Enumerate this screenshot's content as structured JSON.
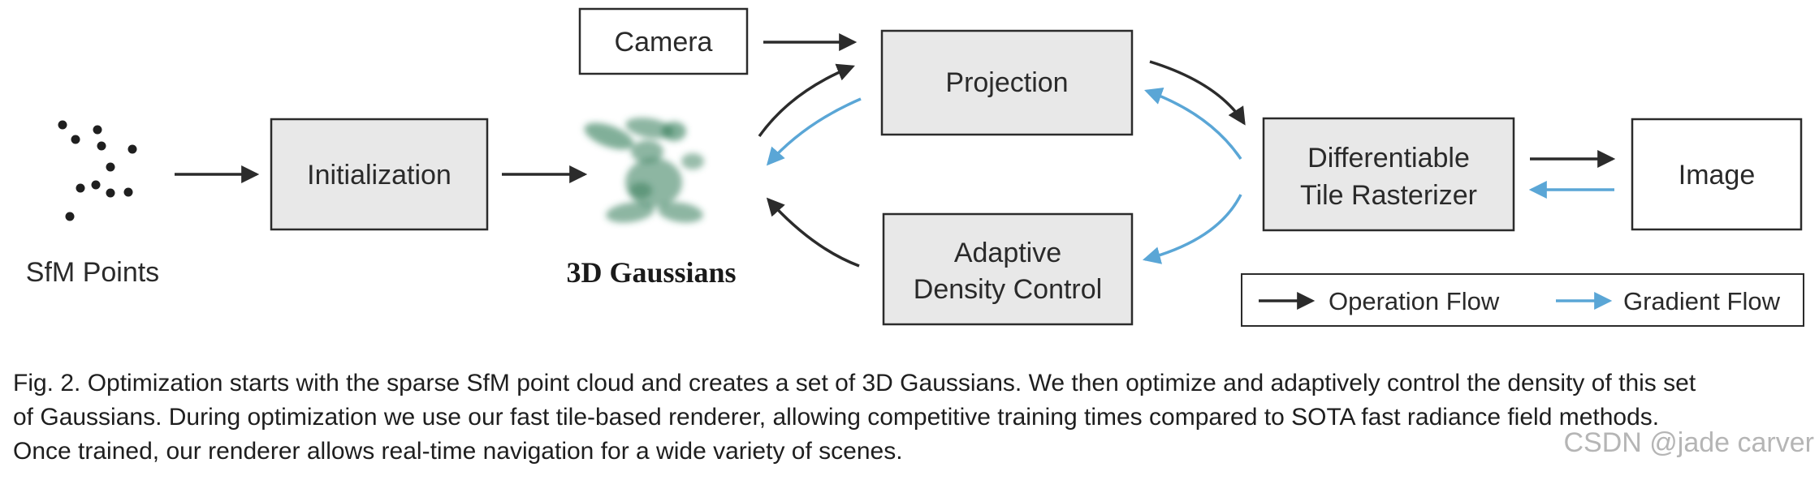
{
  "nodes": {
    "sfm_points": "SfM Points",
    "initialization": "Initialization",
    "gaussians": "3D Gaussians",
    "camera": "Camera",
    "projection": "Projection",
    "adaptive_line1": "Adaptive",
    "adaptive_line2": "Density Control",
    "rasterizer_line1": "Differentiable",
    "rasterizer_line2": "Tile Rasterizer",
    "image": "Image"
  },
  "legend": {
    "operation": "Operation Flow",
    "gradient": "Gradient Flow"
  },
  "colors": {
    "operation_arrow": "#2b2b2b",
    "gradient_arrow": "#5aa6d6",
    "box_fill": "#e8e8e8",
    "gaussian": "#2f7a55"
  },
  "caption": {
    "line1": "Fig. 2.  Optimization starts with the sparse SfM point cloud and creates a set of 3D Gaussians. We then optimize and adaptively control the density of this set",
    "line2": "of Gaussians. During optimization we use our fast tile-based renderer, allowing competitive training times compared to SOTA fast radiance field methods.",
    "line3": "Once trained, our renderer allows real-time navigation for a wide variety of scenes."
  },
  "watermark": "CSDN @jade carver"
}
